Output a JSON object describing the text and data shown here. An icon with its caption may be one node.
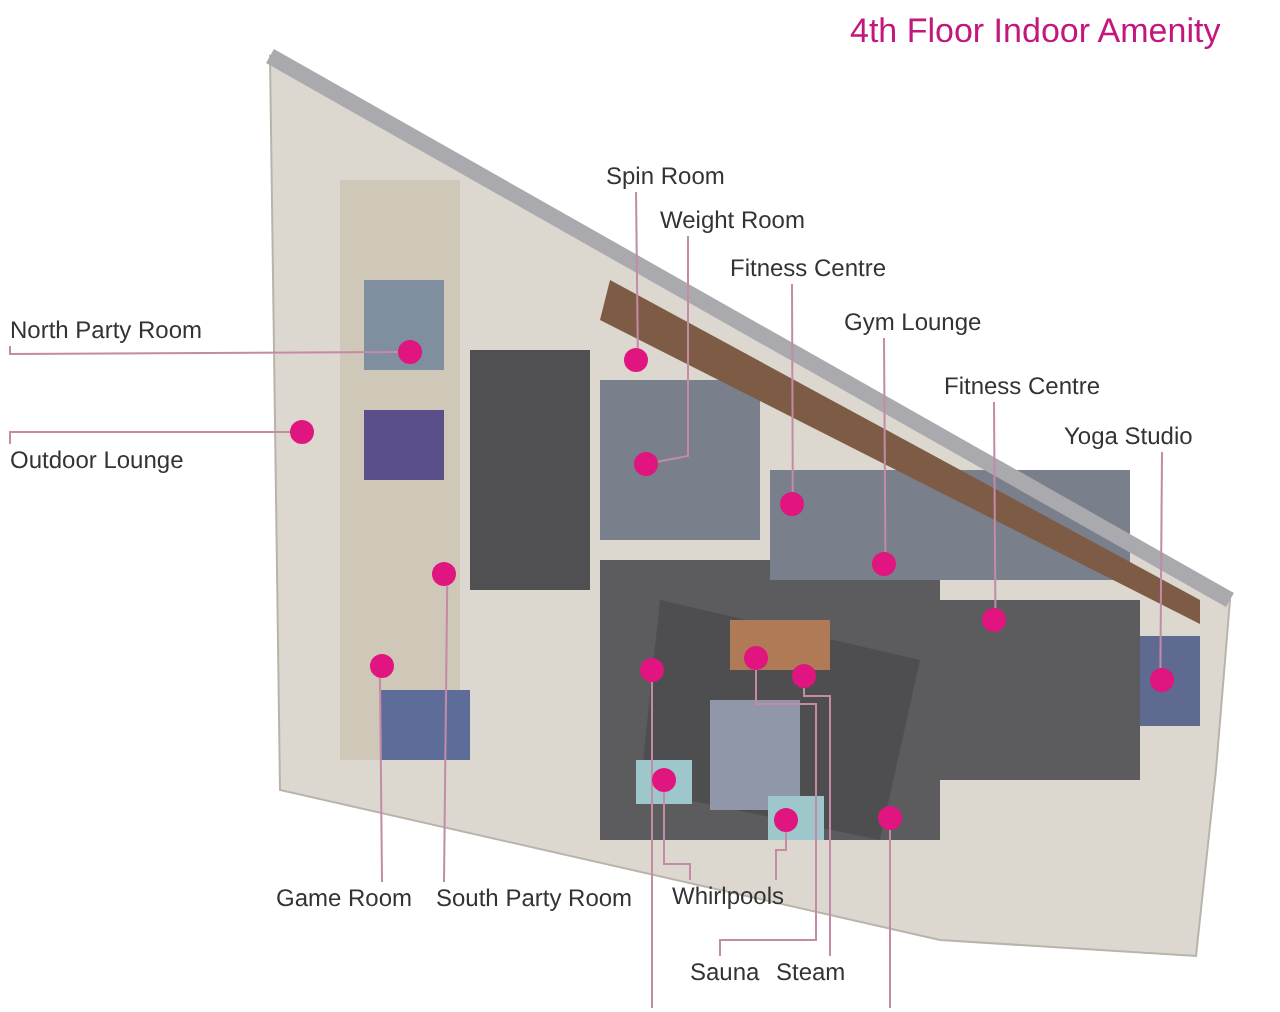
{
  "diagram": {
    "title": "4th Floor Indoor Amenity",
    "nodes": [
      {
        "text": [
          "Spin Room"
        ]
      },
      {
        "text": [
          "Weight Room"
        ]
      },
      {
        "text": [
          "Fitness Centre"
        ]
      },
      {
        "text": [
          "North Party Room"
        ]
      },
      {
        "text": [
          "Gym Lounge"
        ]
      },
      {
        "text": [
          "Fitness Centre"
        ]
      },
      {
        "text": [
          "Yoga Studio"
        ]
      },
      {
        "text": [
          "Outdoor Lounge"
        ]
      },
      {
        "text": [
          "Game Room"
        ]
      },
      {
        "text": [
          "South Party Room"
        ]
      },
      {
        "text": [
          "Whirlpools"
        ]
      },
      {
        "text": [
          "Sauna"
        ]
      },
      {
        "text": [
          "Steam"
        ]
      },
      {
        "text": [],
        "shape": "circle"
      },
      {
        "text": [],
        "shape": "circle"
      },
      {
        "text": [],
        "shape": "circle"
      },
      {
        "text": [],
        "shape": "circle"
      },
      {
        "text": [],
        "shape": "circle"
      },
      {
        "text": [],
        "shape": "circle"
      },
      {
        "text": [],
        "shape": "circle"
      },
      {
        "text": [],
        "shape": "circle"
      },
      {
        "text": [],
        "shape": "circle"
      },
      {
        "text": [],
        "shape": "circle"
      },
      {
        "text": [],
        "shape": "circle"
      },
      {
        "text": [],
        "shape": "circle"
      },
      {
        "text": [],
        "shape": "circle"
      },
      {
        "text": [],
        "shape": "circle"
      },
      {
        "text": [],
        "shape": "circle"
      },
      {
        "text": [],
        "shape": "circle"
      }
    ],
    "edges": [
      {
        "from": 0,
        "to": 14,
        "arrow": "none"
      },
      {
        "from": 1,
        "to": 16,
        "arrow": "none"
      },
      {
        "from": 2,
        "to": 17,
        "arrow": "none"
      },
      {
        "from": 3,
        "to": 13,
        "arrow": "none"
      },
      {
        "from": 4,
        "to": 18,
        "arrow": "none"
      },
      {
        "from": 5,
        "to": 20,
        "arrow": "none"
      },
      {
        "from": 6,
        "to": 25,
        "arrow": "none"
      },
      {
        "from": 7,
        "to": 15,
        "arrow": "none"
      },
      {
        "from": 8,
        "to": 22,
        "arrow": "none"
      },
      {
        "from": 9,
        "to": 19,
        "arrow": "none"
      },
      {
        "from": 10,
        "to": 26,
        "arrow": "none"
      },
      {
        "from": 10,
        "to": 28,
        "arrow": "none"
      },
      {
        "from": 11,
        "to": 21,
        "arrow": "none"
      },
      {
        "from": 12,
        "to": 24,
        "arrow": "none"
      },
      {
        "from": 23,
        "to": null,
        "arrow": "none"
      },
      {
        "from": 27,
        "to": null,
        "arrow": "none"
      }
    ]
  }
}
